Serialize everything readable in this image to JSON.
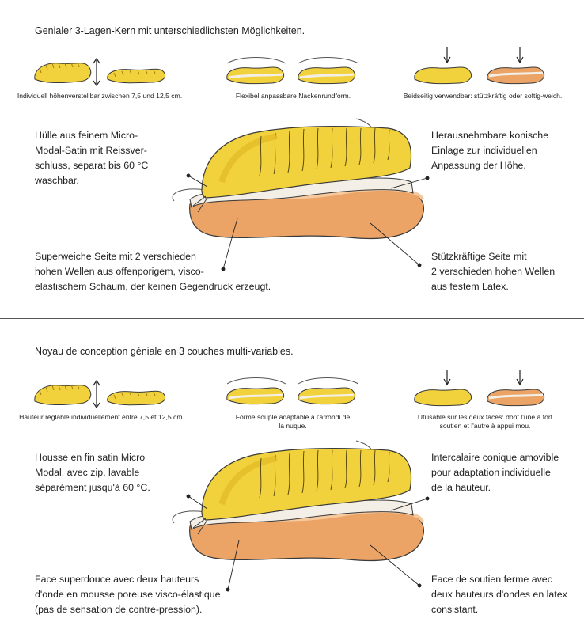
{
  "de": {
    "heading": "Genialer 3-Lagen-Kern mit unterschiedlichsten Möglichkeiten.",
    "captions": [
      "Individuell höhenverstellbar zwischen 7,5 und 12,5 cm.",
      "Flexibel anpassbare Nackenrundform.",
      "Beidseitig verwendbar: stützkräftig oder softig-weich."
    ],
    "notes": {
      "cover": [
        "Hülle aus feinem Micro-",
        "Modal-Satin mit Reissver-",
        "schluss, separat bis 60 °C",
        "waschbar."
      ],
      "insert": [
        "Herausnehmbare konische",
        "Einlage zur individuellen",
        "Anpassung der Höhe."
      ],
      "soft_side": [
        "Superweiche Seite mit 2 verschieden",
        "hohen Wellen aus offenporigem, visco-",
        "elastischem Schaum, der keinen Gegendruck erzeugt."
      ],
      "firm_side": [
        "Stützkräftige Seite mit",
        "2 verschieden hohen Wellen",
        "aus festem Latex."
      ]
    }
  },
  "fr": {
    "heading": "Noyau de conception géniale en 3 couches multi-variables.",
    "captions": [
      "Hauteur réglable individuellement entre 7,5 et 12,5 cm.",
      [
        "Forme souple adaptable à l'arrondi de",
        "la nuque."
      ],
      [
        "Utilisable sur les deux faces: dont l'une à fort",
        "soutien et l'autre à appui mou."
      ]
    ],
    "notes": {
      "cover": [
        "Housse en fin satin Micro",
        "Modal, avec zip, lavable",
        "séparément jusqu'à 60 °C."
      ],
      "insert": [
        "Intercalaire conique amovible",
        "pour adaptation individuelle",
        "de la hauteur."
      ],
      "soft_side": [
        "Face superdouce avec deux hauteurs",
        "d'onde en mousse poreuse visco-élastique",
        "(pas de sensation de contre-pression)."
      ],
      "firm_side": [
        "Face de soutien ferme avec",
        "deux hauteurs d'ondes en latex",
        "consistant."
      ]
    }
  },
  "colors": {
    "yellow": "#f2d23c",
    "yellow_dark": "#e0b520",
    "orange": "#eba466",
    "orange_light": "#f6c99c",
    "cream": "#f3efe6",
    "outline": "#3a3a3a"
  }
}
